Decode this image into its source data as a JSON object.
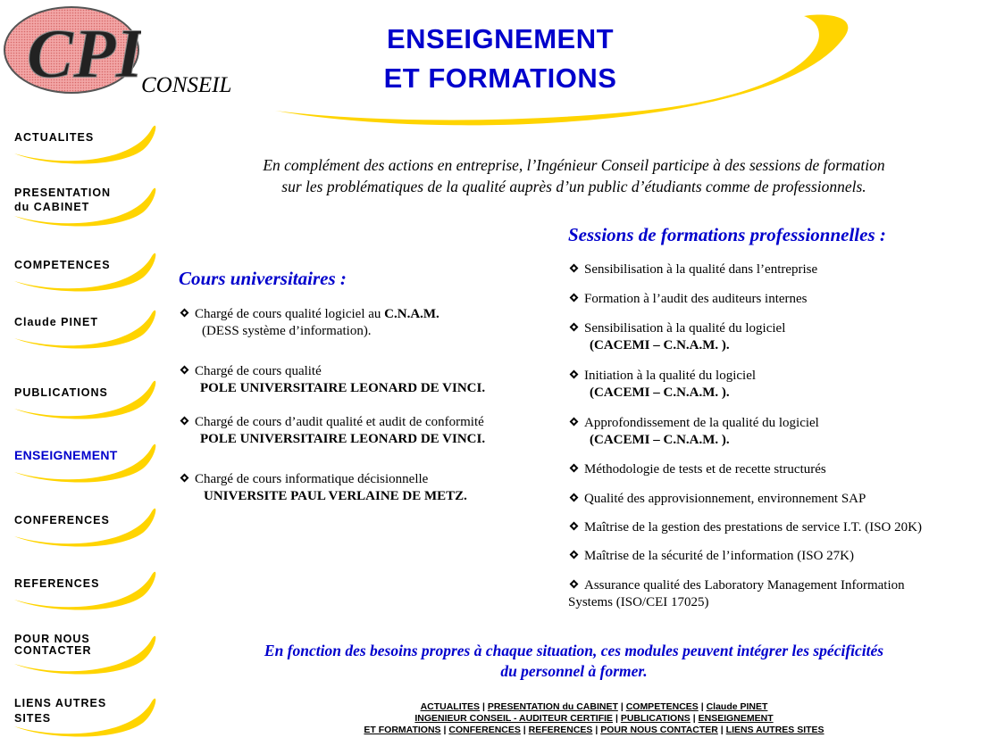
{
  "logo": {
    "letters": "CPI",
    "word": "CONSEIL"
  },
  "header": {
    "title_line1": "ENSEIGNEMENT",
    "title_line2": "ET FORMATIONS"
  },
  "colors": {
    "accent_blue": "#0000cc",
    "swoosh_yellow": "#ffd400",
    "logo_red": "#e98a8a"
  },
  "sidebar": {
    "items": [
      {
        "label": "ACTUALITES"
      },
      {
        "label": "PRESENTATION",
        "label2": "du CABINET"
      },
      {
        "label": "COMPETENCES"
      },
      {
        "label": "Claude PINET"
      },
      {
        "label": "PUBLICATIONS"
      },
      {
        "label": "ENSEIGNEMENT"
      },
      {
        "label": "CONFERENCES"
      },
      {
        "label": "REFERENCES"
      },
      {
        "label": "POUR NOUS",
        "label2": "CONTACTER"
      },
      {
        "label": "LIENS AUTRES",
        "label2": "SITES"
      }
    ]
  },
  "intro": {
    "line1": "En complément des actions en entreprise, l’Ingénieur Conseil participe à des sessions de formation",
    "line2": "sur les problématiques de la qualité auprès d’un public d’étudiants comme de professionnels."
  },
  "univ": {
    "heading": "Cours universitaires :",
    "items": [
      {
        "line1": "Chargé de cours qualité logiciel au ",
        "bold1": "C.N.A.M.",
        "line2": "(DESS système d’information)."
      },
      {
        "line1": "Chargé de cours qualité",
        "line2": "POLE UNIVERSITAIRE LEONARD DE VINCI."
      },
      {
        "line1": "Chargé de cours d’audit qualité et audit de conformité",
        "line2": "POLE UNIVERSITAIRE LEONARD DE VINCI."
      },
      {
        "line1": "Chargé de cours informatique décisionnelle",
        "line2": "UNIVERSITE PAUL VERLAINE DE METZ."
      }
    ]
  },
  "pro": {
    "heading": "Sessions de formations professionnelles :",
    "items": [
      {
        "line1": "Sensibilisation à la qualité dans l’entreprise"
      },
      {
        "line1": "Formation à l’audit des auditeurs internes"
      },
      {
        "line1": "Sensibilisation à la qualité du logiciel",
        "line2": "(CACEMI – C.N.A.M. )."
      },
      {
        "line1": "Initiation à la qualité du logiciel",
        "line2": "(CACEMI – C.N.A.M. )."
      },
      {
        "line1": "Approfondissement de la qualité du logiciel",
        "line2": "(CACEMI – C.N.A.M. )."
      },
      {
        "line1": "Méthodologie de tests et de recette structurés"
      },
      {
        "line1": "Qualité des approvisionnement, environnement SAP"
      },
      {
        "line1": "Maîtrise de la gestion des prestations de service I.T. (ISO 20K)"
      },
      {
        "line1": "Maîtrise de la sécurité de l’information (ISO 27K)"
      },
      {
        "line1": "Assurance qualité des Laboratory Management Information",
        "line2": "Systems (ISO/CEI 17025)"
      }
    ]
  },
  "closing": {
    "line1": "En fonction des besoins propres à chaque situation, ces modules peuvent intégrer les spécificités",
    "line2": "du personnel à former."
  },
  "footer": {
    "links": [
      "ACTUALITES",
      "PRESENTATION du CABINET",
      "COMPETENCES",
      "Claude PINET",
      "INGENIEUR CONSEIL - AUDITEUR CERTIFIE",
      "PUBLICATIONS",
      "ENSEIGNEMENT",
      "ET FORMATIONS",
      "CONFERENCES",
      "REFERENCES",
      "POUR NOUS CONTACTER",
      "LIENS AUTRES SITES"
    ],
    "separator": "|"
  }
}
